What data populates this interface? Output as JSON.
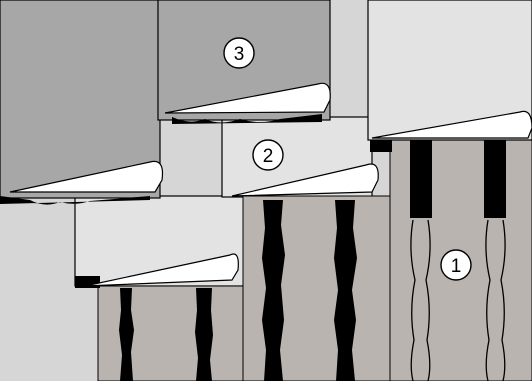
{
  "diagram": {
    "callouts": [
      {
        "id": "1",
        "label": "1"
      },
      {
        "id": "2",
        "label": "2"
      },
      {
        "id": "3",
        "label": "3"
      }
    ]
  },
  "colors": {
    "background": "#d6d6d6",
    "panel_dark": "#a7a7a7",
    "panel_light": "#e3e3e3",
    "post_fill": "#bab4b0",
    "stain": "#000000",
    "curl": "#ffffff"
  }
}
